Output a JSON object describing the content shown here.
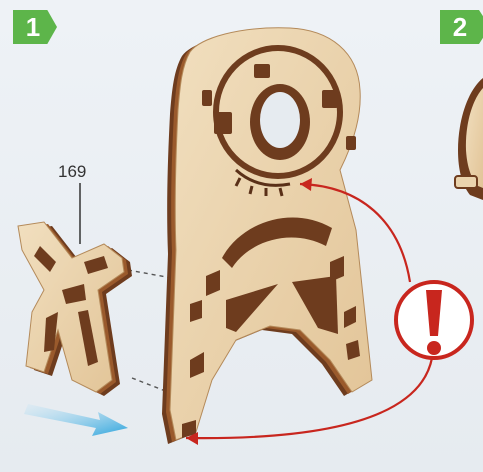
{
  "steps": [
    {
      "number": "1"
    },
    {
      "number": "2"
    }
  ],
  "part_label": "169",
  "warning": {
    "symbol": "!"
  },
  "colors": {
    "step_badge": "#5db54a",
    "wood_face": "#ead3ad",
    "wood_edge": "#6e3c1e",
    "warning_red": "#c8261e",
    "arrow_blue": "#2aa3dc",
    "background": "#e9eef3"
  },
  "icons": [
    "warning-icon",
    "insert-direction-arrow-icon"
  ]
}
